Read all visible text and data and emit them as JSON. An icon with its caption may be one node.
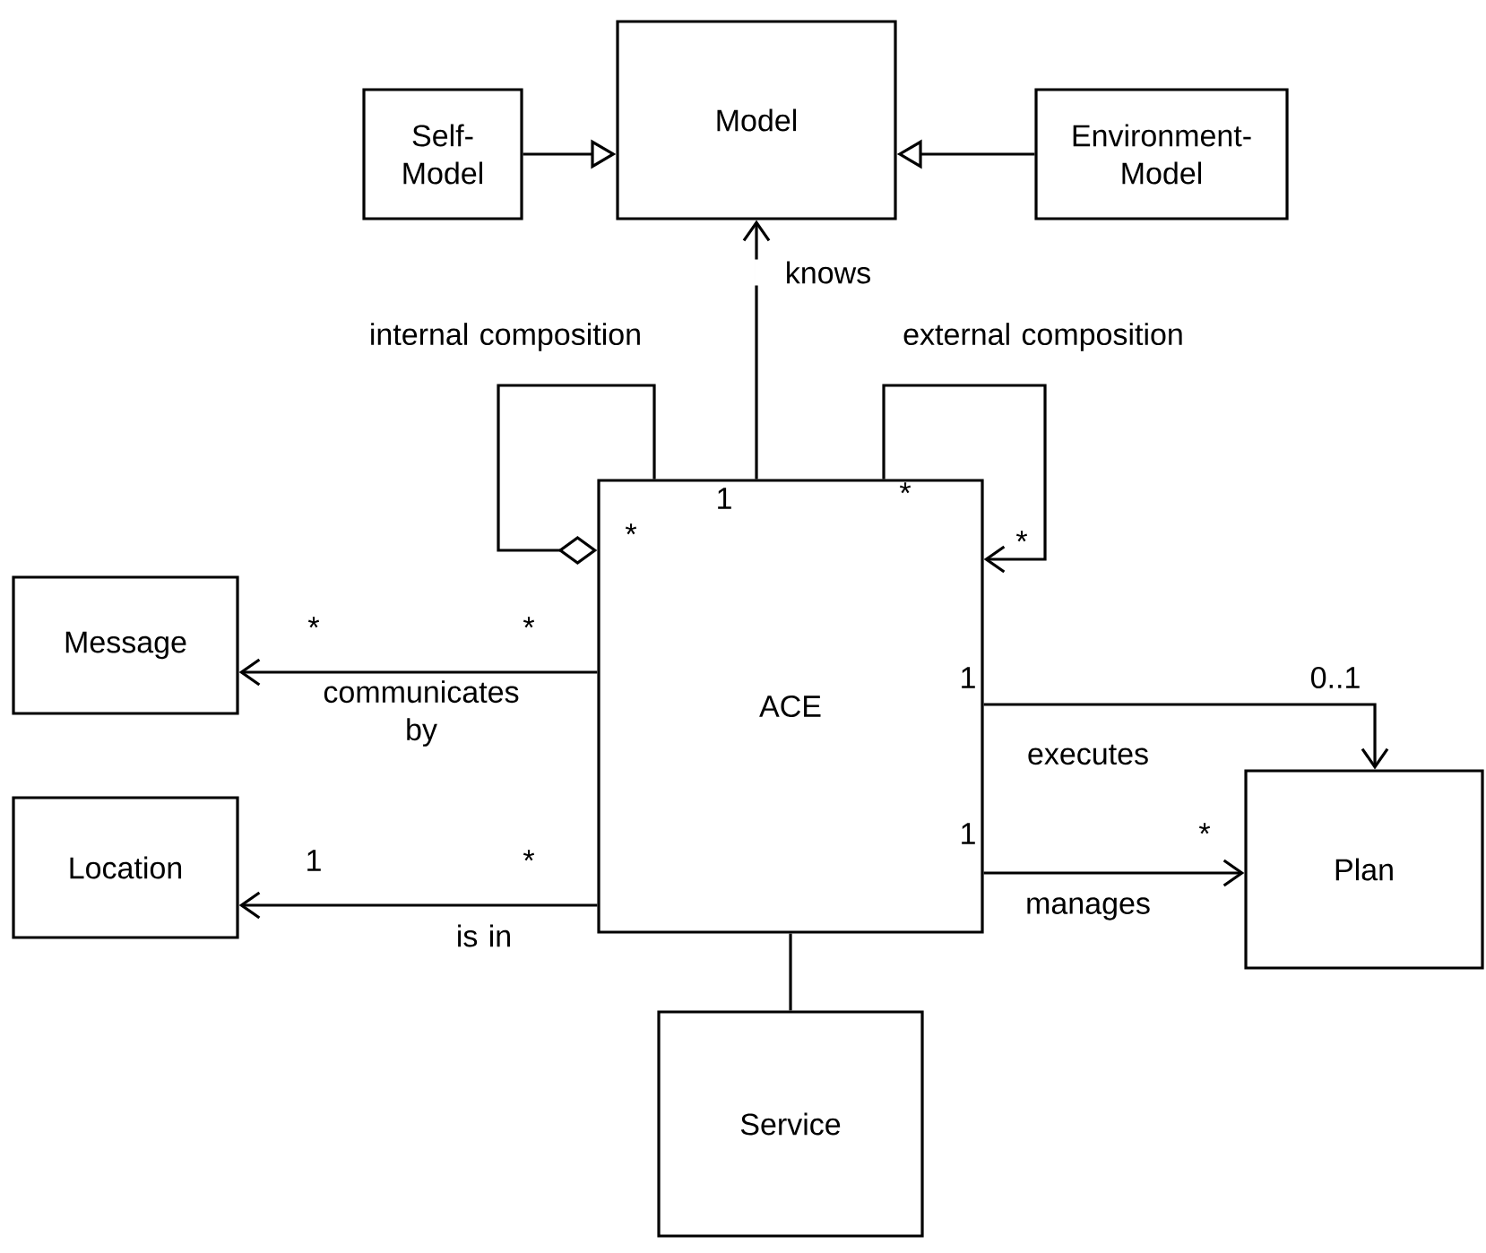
{
  "diagram": {
    "nodes": [
      {
        "text": [
          "Self-Model"
        ]
      },
      {
        "text": [
          "Model"
        ]
      },
      {
        "text": [
          "Environment-Model"
        ]
      },
      {
        "text": [
          "ACE"
        ]
      },
      {
        "text": [
          "Message"
        ]
      },
      {
        "text": [
          "Location"
        ]
      },
      {
        "text": [
          "Plan"
        ]
      },
      {
        "text": [
          "Service"
        ]
      }
    ],
    "edges": [
      {
        "from": 0,
        "to": 1,
        "arrow": "to"
      },
      {
        "from": 2,
        "to": 1,
        "arrow": "to"
      },
      {
        "from": 3,
        "to": 1,
        "arrow": "to",
        "label": "knows"
      },
      {
        "from": 3,
        "to": 3,
        "arrow": "other",
        "label": "internal composition"
      },
      {
        "from": 3,
        "to": 3,
        "arrow": "to",
        "label": "external composition"
      },
      {
        "from": 3,
        "to": 4,
        "arrow": "to",
        "label": "communicates by"
      },
      {
        "from": 3,
        "to": 5,
        "arrow": "to",
        "label": "is in"
      },
      {
        "from": 3,
        "to": 6,
        "arrow": "to",
        "label": "executes"
      },
      {
        "from": 3,
        "to": 6,
        "arrow": "to",
        "label": "manages"
      },
      {
        "from": 3,
        "to": 7,
        "arrow": "none"
      }
    ],
    "labels": [
      "1",
      "*",
      "*",
      "*",
      "*",
      "*",
      "1",
      "0..1",
      "1",
      "*",
      "1",
      "*"
    ]
  }
}
